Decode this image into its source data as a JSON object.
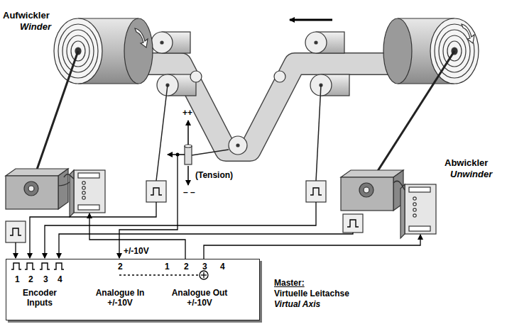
{
  "diagram": {
    "nodes": [
      {
        "text": [
          "1",
          "2",
          "3",
          "4",
          "Encoder Inputs",
          "2",
          "Analogue In +/-10V",
          "1",
          "2",
          "3",
          "4",
          "Analogue Out +/-10V"
        ]
      }
    ],
    "labels": [
      "Aufwickler",
      "Winder",
      "Abwickler",
      "Unwinder",
      "++",
      "(Tension)",
      "– –",
      "+/-10V",
      "Master:",
      "Virtuelle Leitachse",
      "Virtual Axis"
    ]
  }
}
